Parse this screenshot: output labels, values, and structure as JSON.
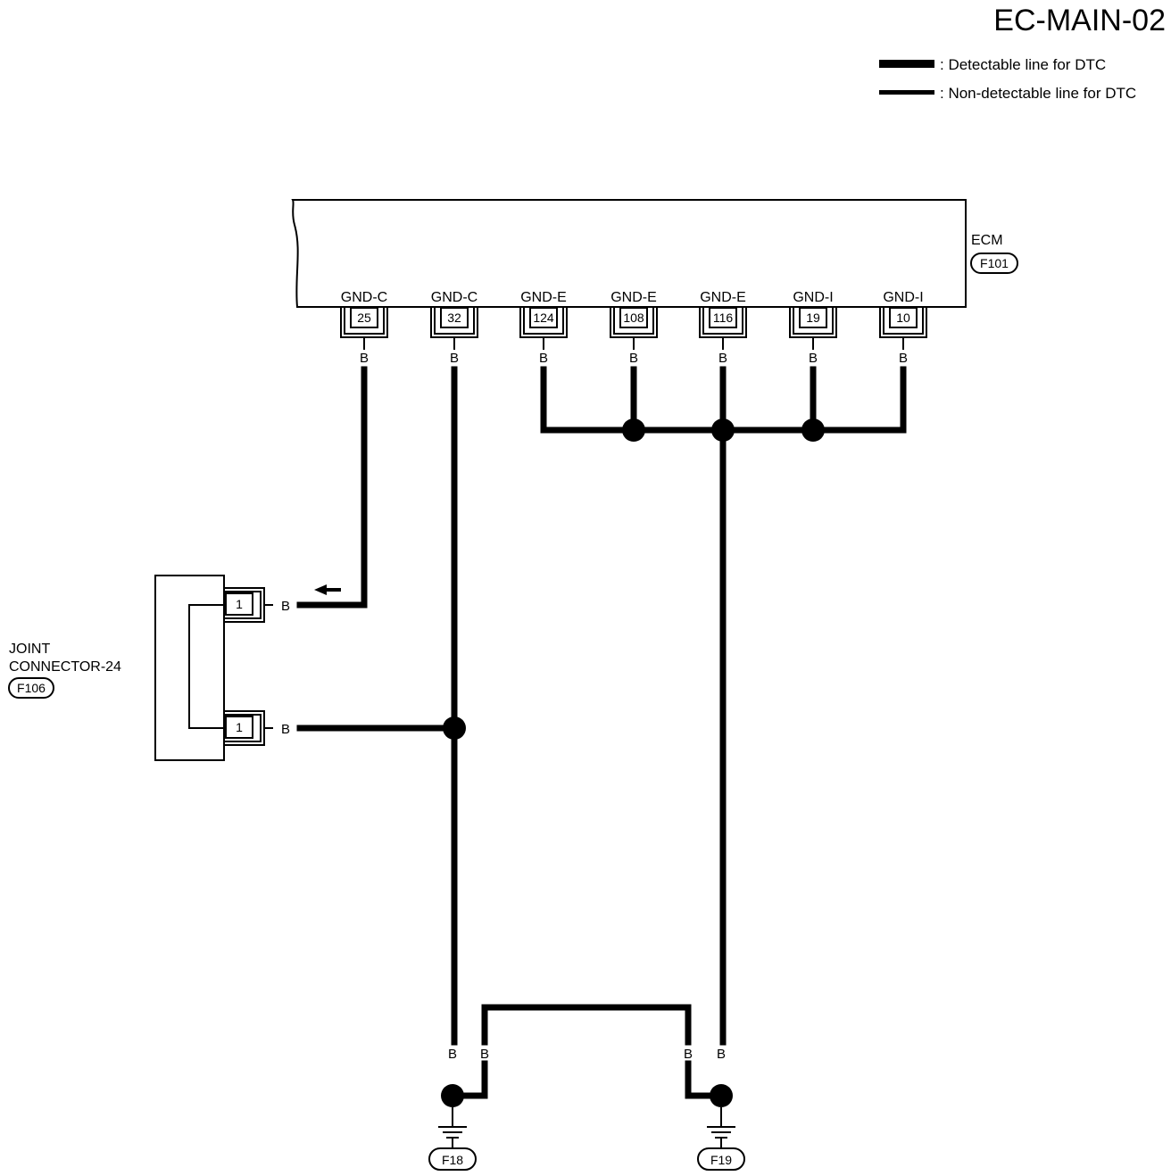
{
  "title": "EC-MAIN-02",
  "legend": {
    "detectable": ": Detectable line for DTC",
    "non_detectable": ": Non-detectable line for DTC"
  },
  "ecm": {
    "name": "ECM",
    "connector": "F101",
    "terminals": [
      {
        "signal": "GND-C",
        "pin": "25",
        "wire": "B"
      },
      {
        "signal": "GND-C",
        "pin": "32",
        "wire": "B"
      },
      {
        "signal": "GND-E",
        "pin": "124",
        "wire": "B"
      },
      {
        "signal": "GND-E",
        "pin": "108",
        "wire": "B"
      },
      {
        "signal": "GND-E",
        "pin": "116",
        "wire": "B"
      },
      {
        "signal": "GND-I",
        "pin": "19",
        "wire": "B"
      },
      {
        "signal": "GND-I",
        "pin": "10",
        "wire": "B"
      }
    ]
  },
  "joint": {
    "name_line1": "JOINT",
    "name_line2": "CONNECTOR-24",
    "connector": "F106",
    "pins": [
      {
        "pin": "1",
        "wire": "B"
      },
      {
        "pin": "1",
        "wire": "B"
      }
    ]
  },
  "grounds": {
    "left": {
      "id": "F18",
      "wire_a": "B",
      "wire_b": "B"
    },
    "right": {
      "id": "F19",
      "wire_a": "B",
      "wire_b": "B"
    }
  }
}
